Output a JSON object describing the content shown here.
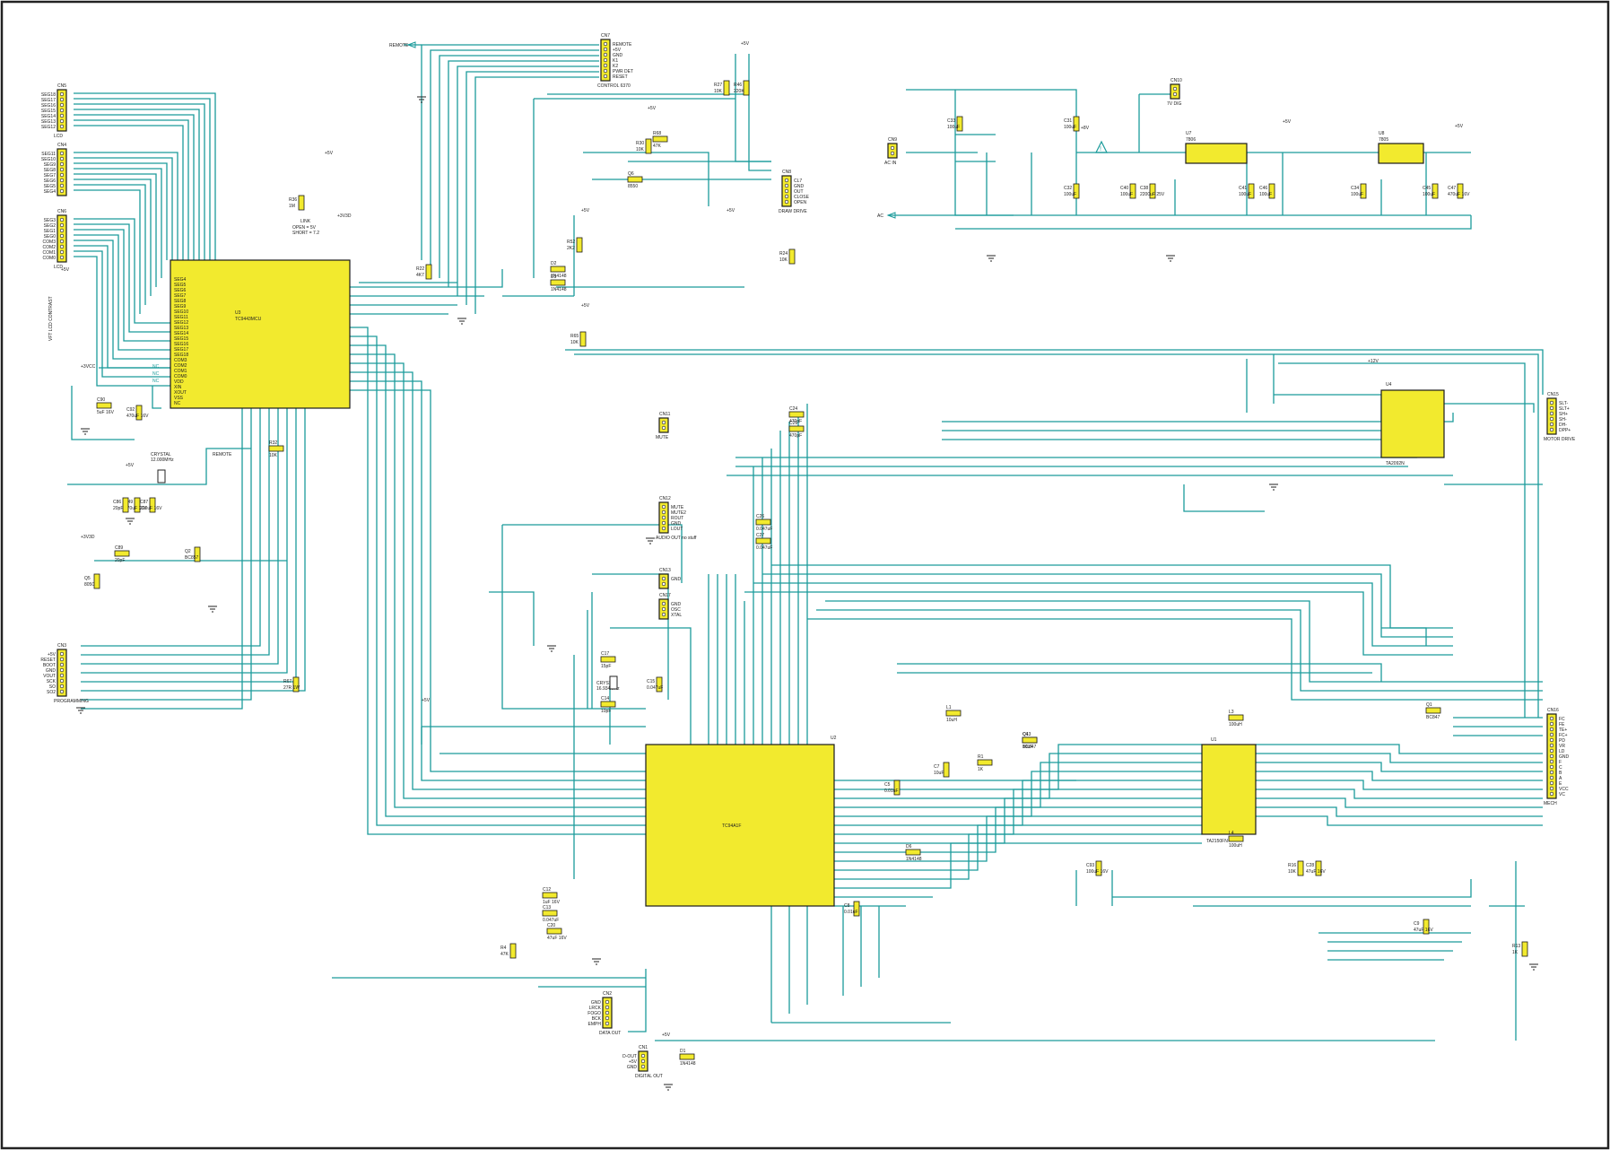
{
  "colors": {
    "wire": "#1b9b9b",
    "component": "#f2ea2e",
    "outline": "#1a1a1a",
    "background": "#ffffff"
  },
  "chips": {
    "u3": {
      "ref": "U3",
      "part": "TC9443MCU"
    },
    "u2": {
      "ref": "U2",
      "part": "TC94A1F"
    },
    "u1": {
      "ref": "U1",
      "part": "TA2150FN"
    },
    "u4": {
      "ref": "U4",
      "part": "TA2092N"
    },
    "u7": {
      "ref": "U7",
      "part": "7806"
    },
    "u8": {
      "ref": "U8",
      "part": "7805"
    }
  },
  "connectors": {
    "cn7": {
      "ref": "CN7",
      "title": "CONTROL 6370",
      "pins": [
        "REMOTE",
        "+5V",
        "GND",
        "K1",
        "K2",
        "PWR DET",
        "RESET"
      ]
    },
    "cn5": {
      "ref": "CN5",
      "title": "LCD",
      "pins": [
        "SEG18",
        "SEG17",
        "SEG16",
        "SEG15",
        "SEG14",
        "SEG13",
        "SEG12"
      ]
    },
    "cn4": {
      "ref": "CN4",
      "title": "",
      "pins": [
        "SEG11",
        "SEG10",
        "SEG9",
        "SEG8",
        "SEG7",
        "SEG6",
        "SEG5",
        "SEG4"
      ]
    },
    "cn6": {
      "ref": "CN6",
      "title": "LCD",
      "pins": [
        "SEG3",
        "SEG2",
        "SEG1",
        "SEG0",
        "COM3",
        "COM2",
        "COM1",
        "COM0"
      ]
    },
    "cn8": {
      "ref": "CN8",
      "title": "DRAW DRIVE",
      "pins": [
        "CL7",
        "GND",
        "OUT",
        "CLOSE",
        "OPEN"
      ]
    },
    "cn9": {
      "ref": "CN9",
      "title": "AC IN",
      "pins": []
    },
    "cn10": {
      "ref": "CN10",
      "title": "7V DIG",
      "pins": []
    },
    "cn11": {
      "ref": "CN11",
      "title": "MUTE",
      "pins": []
    },
    "cn12": {
      "ref": "CN12",
      "title": "AUDIO OUT no stuff",
      "pins": [
        "MUTE",
        "MUTE2",
        "ROUT",
        "GND",
        "LOUT"
      ]
    },
    "cn13": {
      "ref": "CN13",
      "title": "",
      "pins": [
        "GND"
      ]
    },
    "cn17": {
      "ref": "CN17",
      "title": "",
      "pins": [
        "GND",
        "OSC",
        "XTAL"
      ]
    },
    "cn3": {
      "ref": "CN3",
      "title": "PROGRAMMING",
      "pins": [
        "+5V",
        "RESET",
        "BOOT",
        "GND",
        "VOUT",
        "SCK",
        "SO",
        "SO2"
      ]
    },
    "cn2": {
      "ref": "CN2",
      "title": "DATA OUT",
      "pins": [
        "GND",
        "LRCK",
        "FOGO",
        "BCK",
        "EMPH"
      ]
    },
    "cn1": {
      "ref": "CN1",
      "title": "DIGITAL OUT",
      "pins": [
        "D-OUT",
        "+5V",
        "GND"
      ]
    },
    "cn15": {
      "ref": "CN15",
      "title": "MOTOR DRIVE",
      "pins": [
        "SLT-",
        "SLT+",
        "SH+",
        "SH-",
        "DH-",
        "DPP+"
      ]
    },
    "cn16": {
      "ref": "CN16",
      "title": "MECH",
      "pins": [
        "FC",
        "FE",
        "TE+",
        "FC+",
        "PD",
        "VR",
        "LD",
        "GND",
        "F",
        "C",
        "B",
        "A",
        "E",
        "VCC",
        "VC"
      ]
    }
  },
  "texts": {
    "remote_flag": "REMOTE",
    "remote_flag2": "REMOTE",
    "ac_flag": "AC",
    "vcc_flag": "+3VCC",
    "lcd_contrast": "VFT LCD CONTRAST",
    "link": "LINK",
    "link_open": "OPEN = 5V",
    "link_short": "SHORT = 7.2",
    "crystal_a": "CRYSTAL",
    "crystal_a_val": "12.000MHz",
    "crystal_b": "CRYSTAL",
    "crystal_b_val": "16.934MHz",
    "nc": "NC"
  },
  "power": {
    "p5v": "+5V",
    "p3v3": "+3V3D",
    "p8v": "+8V",
    "p12v": "+12V"
  },
  "components": [
    {
      "ref": "C4",
      "val": "10uF"
    },
    {
      "ref": "C5",
      "val": "0.01uF"
    },
    {
      "ref": "C7",
      "val": "10uF"
    },
    {
      "ref": "C8",
      "val": "0.01uF"
    },
    {
      "ref": "C9",
      "val": "47uF 16V"
    },
    {
      "ref": "C12",
      "val": "1uF 16V"
    },
    {
      "ref": "C13",
      "val": "0.047uF"
    },
    {
      "ref": "C14",
      "val": "10pF"
    },
    {
      "ref": "C15",
      "val": "0.047uF"
    },
    {
      "ref": "C17",
      "val": "15pF"
    },
    {
      "ref": "C20",
      "val": "47uF 16V"
    },
    {
      "ref": "C21",
      "val": "470pF"
    },
    {
      "ref": "C24",
      "val": "470pF"
    },
    {
      "ref": "C26",
      "val": "0.047uF"
    },
    {
      "ref": "C27",
      "val": "0.047uF"
    },
    {
      "ref": "C28",
      "val": "47uF 16V"
    },
    {
      "ref": "C31",
      "val": "100uF"
    },
    {
      "ref": "C32",
      "val": "100uF"
    },
    {
      "ref": "C33",
      "val": "100uF"
    },
    {
      "ref": "C34",
      "val": "100uF"
    },
    {
      "ref": "C38",
      "val": "2200uF 25V"
    },
    {
      "ref": "C40",
      "val": "100uF"
    },
    {
      "ref": "C41",
      "val": "100uF"
    },
    {
      "ref": "C45",
      "val": "100uF"
    },
    {
      "ref": "C46",
      "val": "100uF"
    },
    {
      "ref": "C47",
      "val": "470uF 16V"
    },
    {
      "ref": "C49",
      "val": "470uF 16V"
    },
    {
      "ref": "C86",
      "val": "20pF"
    },
    {
      "ref": "C87",
      "val": "220uF 16V"
    },
    {
      "ref": "C89",
      "val": "20pF"
    },
    {
      "ref": "C90",
      "val": "5uF 16V"
    },
    {
      "ref": "C92",
      "val": "470uF 16V"
    },
    {
      "ref": "C93",
      "val": "100uF 16V"
    },
    {
      "ref": "R1",
      "val": "1K"
    },
    {
      "ref": "R4",
      "val": "47K"
    },
    {
      "ref": "R13",
      "val": "1K"
    },
    {
      "ref": "R16",
      "val": "10K"
    },
    {
      "ref": "R22",
      "val": "4K7"
    },
    {
      "ref": "R24",
      "val": "10K"
    },
    {
      "ref": "R27",
      "val": "10K"
    },
    {
      "ref": "R30",
      "val": "10K"
    },
    {
      "ref": "R32",
      "val": "10K"
    },
    {
      "ref": "R36",
      "val": "1M"
    },
    {
      "ref": "R46",
      "val": "220K"
    },
    {
      "ref": "R52",
      "val": "2K2"
    },
    {
      "ref": "R65",
      "val": "10K"
    },
    {
      "ref": "R67",
      "val": "27R 1W"
    },
    {
      "ref": "R68",
      "val": "47K"
    },
    {
      "ref": "D1",
      "val": "1N4148"
    },
    {
      "ref": "D2",
      "val": "1N4148"
    },
    {
      "ref": "D3",
      "val": "1N4148"
    },
    {
      "ref": "D6",
      "val": "1N4148"
    },
    {
      "ref": "L1",
      "val": "10uH"
    },
    {
      "ref": "L3",
      "val": "100uH"
    },
    {
      "ref": "L4",
      "val": "100uH"
    },
    {
      "ref": "Q1",
      "val": "BC847"
    },
    {
      "ref": "Q2",
      "val": "BC857"
    },
    {
      "ref": "Q5",
      "val": "8050"
    },
    {
      "ref": "Q6",
      "val": "8550"
    },
    {
      "ref": "Q13",
      "val": "BC847"
    }
  ],
  "u3_left_pins": [
    "SEG4",
    "SEG5",
    "SEG6",
    "SEG7",
    "SEG8",
    "SEG9",
    "SEG10",
    "SEG11",
    "SEG12",
    "SEG13",
    "SEG14",
    "SEG15",
    "SEG16",
    "SEG17",
    "SEG18",
    "COM3",
    "COM2",
    "COM1",
    "COM0",
    "VDD",
    "XIN",
    "XOUT",
    "VSS",
    "NC"
  ]
}
